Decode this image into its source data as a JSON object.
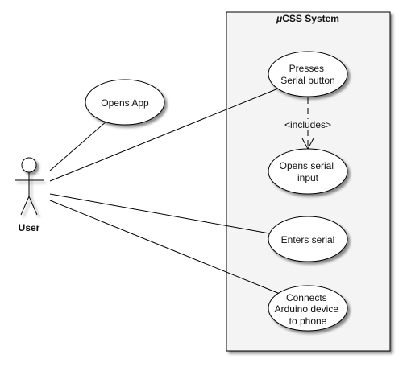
{
  "system": {
    "title_symbol": "μ",
    "title_rest": "CSS System"
  },
  "actor": {
    "name": "User"
  },
  "usecases": {
    "opens_app": [
      "Opens App"
    ],
    "presses_serial": [
      "Presses",
      "Serial button"
    ],
    "opens_serial_input": [
      "Opens serial",
      "input"
    ],
    "enters_serial": [
      "Enters serial"
    ],
    "connects_arduino": [
      "Connects",
      "Arduino device",
      "to phone"
    ]
  },
  "relations": {
    "includes_label": "<includes>"
  },
  "colors": {
    "system_fill": "#f4f4f4",
    "usecase_fill": "#ffffff",
    "stroke": "#000000",
    "shadow": "#9a9a9a"
  }
}
